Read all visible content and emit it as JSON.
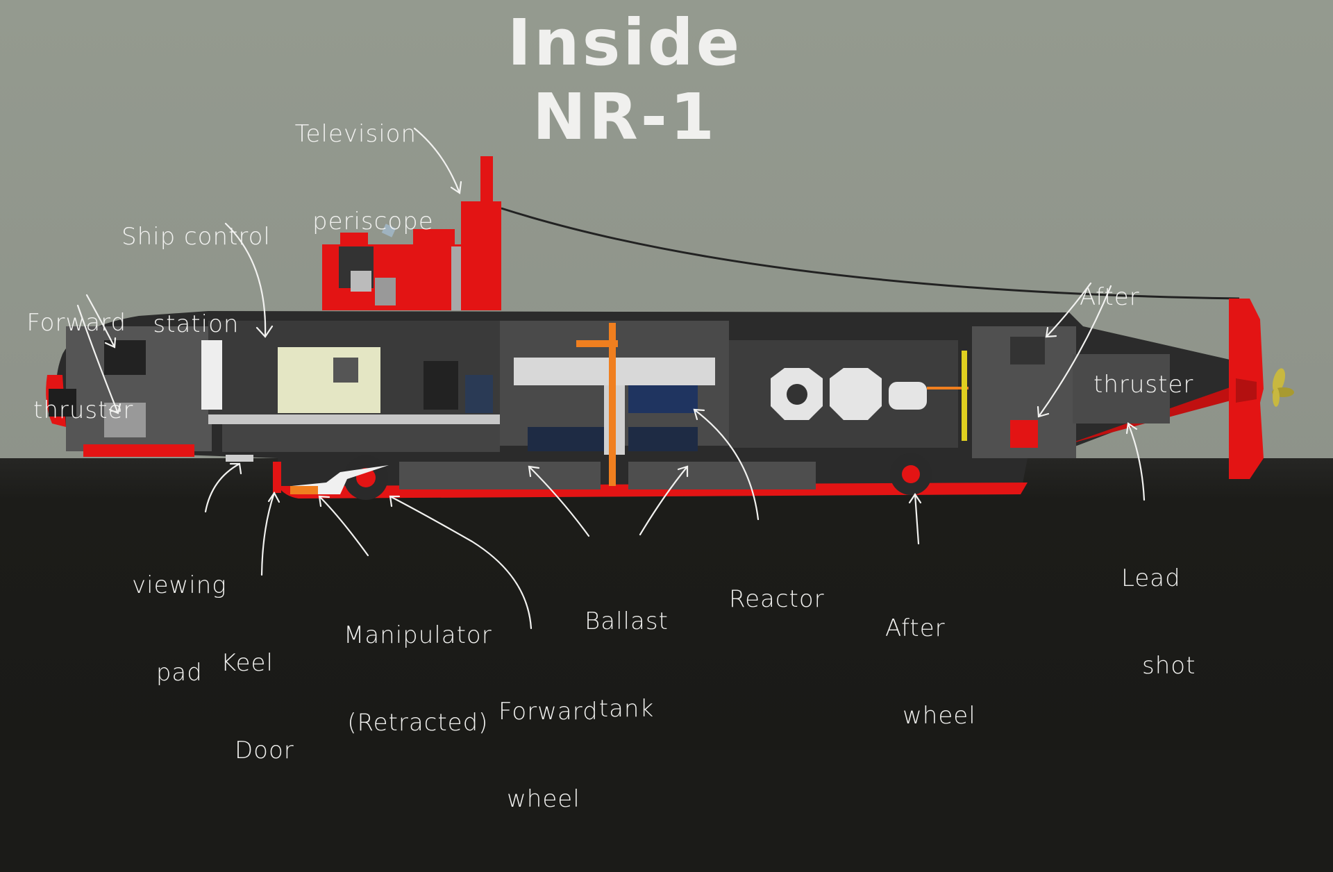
{
  "title": "Inside NR-1",
  "colors": {
    "wall": "#93998e",
    "floor": "#1b1b18",
    "hull_red": "#e31414",
    "hull_dark": "#2b2b2b",
    "interior_gray": "#5a5a5a",
    "light_gray": "#c8c8c8",
    "pipe_orange": "#f07f1f",
    "console_cream": "#e4e6c4",
    "accent_yellow": "#e0d020",
    "propeller_gold": "#c8b840",
    "annotation_white": "#f2f2f0"
  },
  "labels": {
    "television_periscope": {
      "line1": "Television",
      "line2": "periscope"
    },
    "ship_control_station": {
      "line1": "Ship control",
      "line2": "station"
    },
    "forward_thruster": {
      "line1": "Forward",
      "line2": "thruster"
    },
    "after_thruster": {
      "line1": "After",
      "line2": "thruster"
    },
    "viewing_pad": {
      "line1": "viewing",
      "line2": "pad"
    },
    "keel_door": {
      "line1": "Keel",
      "line2": "Door"
    },
    "manipulator": {
      "line1": "Manipulator",
      "line2": "(Retracted)"
    },
    "forward_wheel": {
      "line1": "Forward",
      "line2": "wheel"
    },
    "ballast_tank": {
      "line1": "Ballast",
      "line2": "tank"
    },
    "reactor": {
      "line1": "Reactor"
    },
    "after_wheel": {
      "line1": "After",
      "line2": "wheel"
    },
    "lead_shot": {
      "line1": "Lead",
      "line2": "shot"
    }
  }
}
